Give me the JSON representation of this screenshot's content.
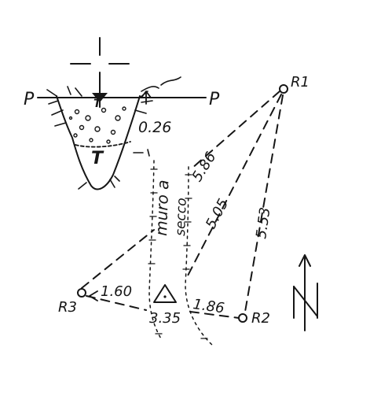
{
  "survey_points": {
    "r1": "R1",
    "r2": "R2",
    "r3": "R3",
    "reference_line": "P"
  },
  "section": {
    "depth": "0.26",
    "top_mark": "T",
    "bottom_mark": "T"
  },
  "distances": {
    "r1_to_wall_top": "5.86",
    "r1_to_station": "5.05",
    "r1_to_r2": "5.53",
    "r3_to_station": "1.60",
    "station_to_r2": "1.86",
    "station_baseline": "3.35"
  },
  "wall": {
    "word1": "muro a",
    "word2": "secco"
  },
  "north_arrow": {
    "symbol": "N"
  }
}
